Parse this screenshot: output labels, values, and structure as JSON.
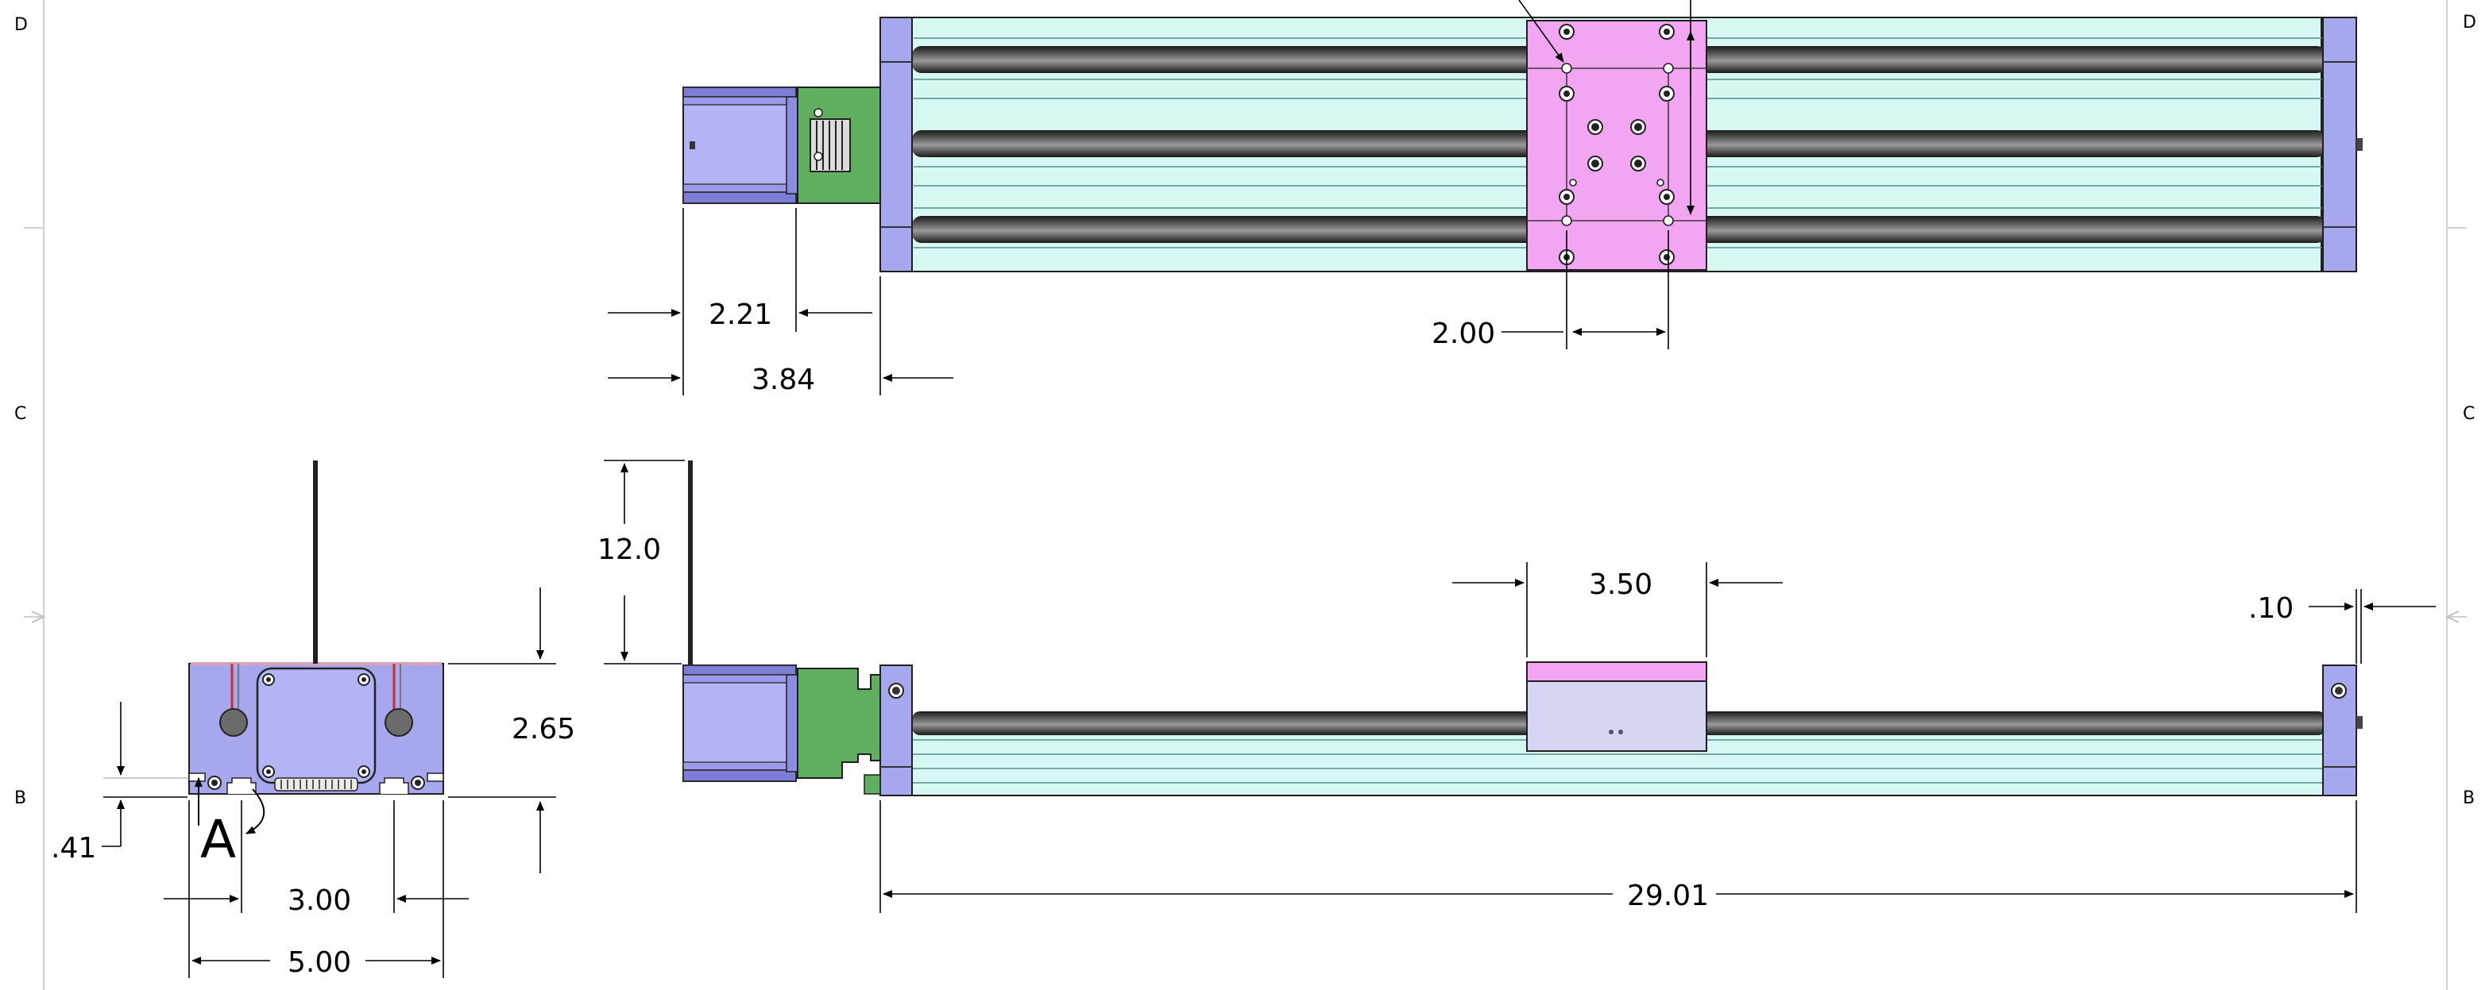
{
  "colors": {
    "motor": "#b3b3f5",
    "coupler": "#5faf5f",
    "rail": "#d7f7f3",
    "rail_stripe": "#a9d9d4",
    "end_block": "#a7a7ee",
    "carriage": "#f2a6f2",
    "carriage_side": "#d6d6f4",
    "rod": "#3a3a3a",
    "line": "#000000",
    "border": "#cfcfcf"
  },
  "zones": {
    "left": [
      "D",
      "C",
      "B"
    ],
    "right": [
      "D",
      "C",
      "B"
    ]
  },
  "dimensions": {
    "motor_length": "2.21",
    "motor_coupler": "3.84",
    "hole_spacing": "2.00",
    "cable_length": "12.0",
    "carriage_length": "3.50",
    "end_gap": ".10",
    "overall_length": "29.01",
    "height": "2.65",
    "slot_offset": ".41",
    "slot_spacing": "3.00",
    "width": "5.00"
  },
  "detail_label": "A",
  "icons": {
    "bolt": "bolt-icon",
    "knob": "knob-icon",
    "connector": "connector-icon"
  }
}
